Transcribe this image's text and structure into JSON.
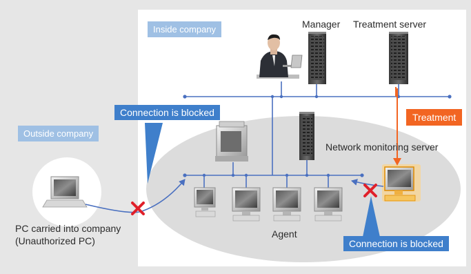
{
  "labels": {
    "inside_company": "Inside company",
    "outside_company": "Outside company",
    "manager": "Manager",
    "treatment_server": "Treatment server",
    "connection_blocked_top": "Connection is blocked",
    "connection_blocked_bottom": "Connection is blocked",
    "treatment": "Treatment",
    "network_monitoring_server": "Network monitoring server",
    "pc_carried_line1": "PC carried into company",
    "pc_carried_line2": "(Unauthorized PC)",
    "agent": "Agent"
  },
  "colors": {
    "background": "#e6e6e6",
    "inside_panel": "#ffffff",
    "ellipse": "#dcdcdc",
    "network_line": "#4a70c0",
    "pale_tag": "#9fc0e4",
    "blue_tag": "#3f7fcb",
    "orange_tag": "#f26522",
    "block_mark": "#e0202a",
    "unauthorized_highlight": "#f5a623"
  },
  "icons": {
    "manager": "person-at-laptop-icon",
    "server": "server-tower-icon",
    "printer": "printer-icon",
    "desktop": "desktop-pc-icon",
    "laptop": "laptop-icon",
    "block": "red-x-icon"
  }
}
